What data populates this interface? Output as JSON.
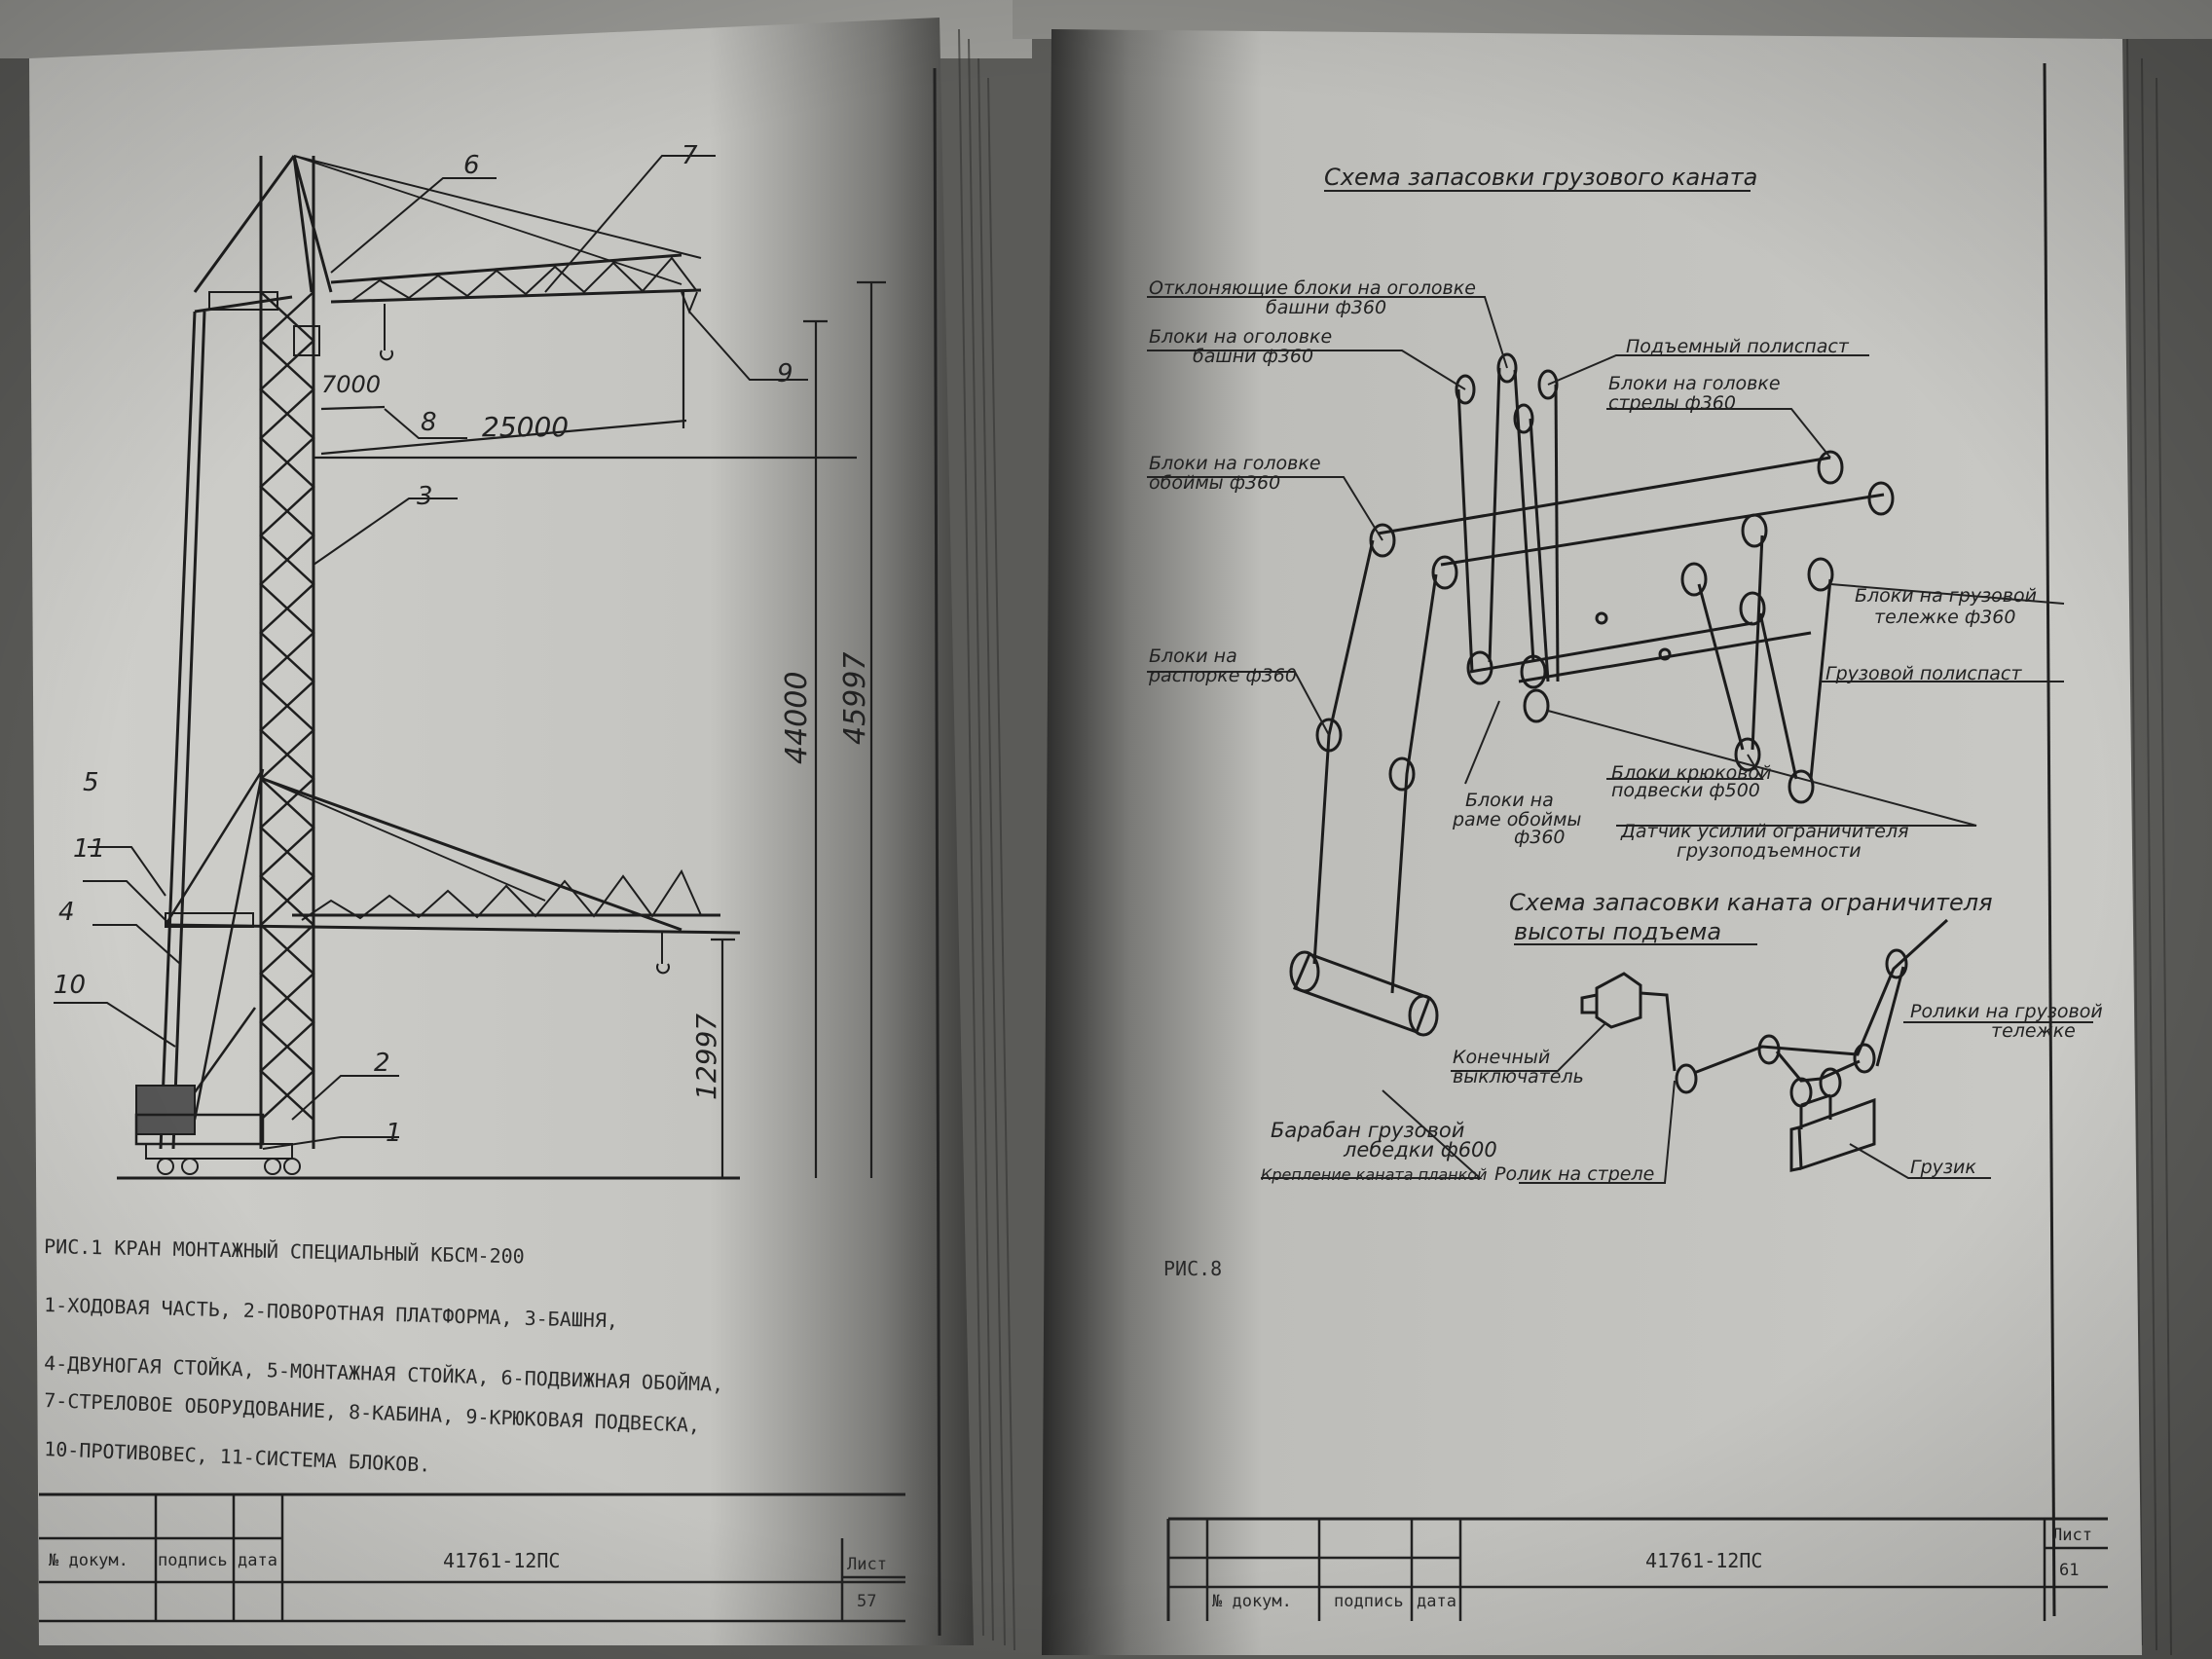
{
  "left_page": {
    "callouts": [
      "1",
      "2",
      "3",
      "4",
      "5",
      "6",
      "7",
      "8",
      "9",
      "10",
      "11"
    ],
    "dimensions": {
      "d7000": "7000",
      "d25000": "25000",
      "d44000": "44000",
      "d45997": "45997",
      "d12997": "12997"
    },
    "caption_lines": [
      "РИС.1   КРАН МОНТАЖНЫЙ СПЕЦИАЛЬНЫЙ КБСМ-200",
      "1-ХОДОВАЯ ЧАСТЬ,   2-ПОВОРОТНАЯ ПЛАТФОРМА,   3-БАШНЯ,",
      "4-ДВУНОГАЯ СТОЙКА,  5-МОНТАЖНАЯ СТОЙКА,   6-ПОДВИЖНАЯ ОБОЙМА,",
      "7-СТРЕЛОВОЕ ОБОРУДОВАНИЕ,  8-КАБИНА,  9-КРЮКОВАЯ ПОДВЕСКА,",
      "10-ПРОТИВОВЕС,  11-СИСТЕМА БЛОКОВ."
    ],
    "stamp": {
      "doc_col": "№ докум.",
      "sign_col": "подпись",
      "date_col": "дата",
      "code": "41761-12ПС",
      "sheet_label": "Лист",
      "sheet_no": "57"
    }
  },
  "right_page": {
    "title_main": "Схема запасовки грузового каната",
    "labels": {
      "otkl": "Отклоняющие блоки на оголовке",
      "otkl2": "башни ф360",
      "ogol": "Блоки на оголовке",
      "ogol2": "башни ф360",
      "polisp_lift": "Подъемный полиспаст",
      "golov_strely": "Блоки на головке",
      "golov_strely2": "стрелы ф360",
      "obojma": "Блоки на головке",
      "obojma2": "обоймы ф360",
      "telezhka": "Блоки на грузовой",
      "telezhka2": "тележке ф360",
      "gruz_polisp": "Грузовой полиспаст",
      "rasporka": "Блоки на",
      "rasporka2": "распорке ф360",
      "kruk": "Блоки крюковой",
      "kruk2": "подвески ф500",
      "rama": "Блоки на",
      "rama2": "раме обоймы",
      "rama3": "ф360",
      "datchik": "Датчик усилий ограничителя",
      "datchik2": "грузоподъемности"
    },
    "title_second": "Схема запасовки каната ограничителя",
    "title_second2": "высоты подъема",
    "labels2": {
      "roliki": "Ролики на грузовой",
      "roliki2": "тележке",
      "konech": "Конечный",
      "konech2": "выключатель",
      "baraban": "Барабан грузовой",
      "baraban2": "лебедки ф600",
      "kreplenie": "Крепление каната планкой",
      "rolik_strela": "Ролик на стреле",
      "gruzik": "Грузик"
    },
    "caption": "РИС.8",
    "stamp": {
      "doc_col": "№ докум.",
      "sign_col": "подпись",
      "date_col": "дата",
      "code": "41761-12ПС",
      "sheet_label": "Лист",
      "sheet_no": "61"
    }
  }
}
